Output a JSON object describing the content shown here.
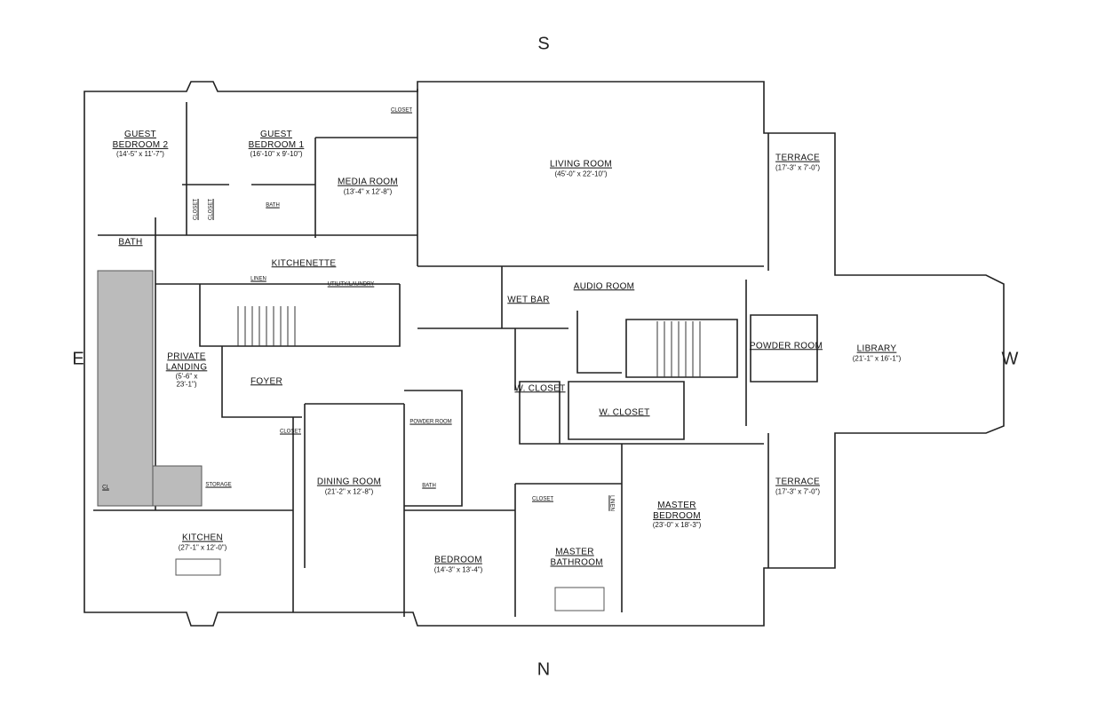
{
  "compass": {
    "north": "N",
    "south": "S",
    "east": "E",
    "west": "W"
  },
  "rooms": {
    "guest_bedroom_2": {
      "name": "GUEST BEDROOM 2",
      "dims": "(14'-5\" x 11'-7\")"
    },
    "guest_bedroom_1": {
      "name": "GUEST BEDROOM 1",
      "dims": "(16'-10\" x 9'-10\")"
    },
    "media_room": {
      "name": "MEDIA ROOM",
      "dims": "(13'-4\" x 12'-8\")"
    },
    "living_room": {
      "name": "LIVING ROOM",
      "dims": "(45'-0\" x 22'-10\")"
    },
    "terrace_top": {
      "name": "TERRACE",
      "dims": "(17'-3\" x 7'-0\")"
    },
    "library": {
      "name": "LIBRARY",
      "dims": "(21'-1\" x 16'-1\")"
    },
    "terrace_bottom": {
      "name": "TERRACE",
      "dims": "(17'-3\" x 7'-0\")"
    },
    "master_bedroom": {
      "name": "MASTER BEDROOM",
      "dims": "(23'-0\" x 18'-3\")"
    },
    "master_bathroom": {
      "name": "MASTER BATHROOM"
    },
    "bedroom": {
      "name": "BEDROOM",
      "dims": "(14'-3\" x 13'-4\")"
    },
    "dining_room": {
      "name": "DINING ROOM",
      "dims": "(21'-2\" x 12'-8\")"
    },
    "kitchen": {
      "name": "KITCHEN",
      "dims": "(27'-1\" x 12'-0\")"
    },
    "private_landing": {
      "name": "PRIVATE LANDING",
      "dims": "(5'-6\" x 23'-1\")"
    },
    "foyer": {
      "name": "FOYER"
    },
    "bath": {
      "name": "BATH"
    },
    "kitchenette": {
      "name": "KITCHENETTE"
    },
    "wet_bar": {
      "name": "WET BAR"
    },
    "audio_room": {
      "name": "AUDIO ROOM"
    },
    "powder_room": {
      "name": "POWDER ROOM"
    },
    "w_closet_small": {
      "name": "W. CLOSET"
    },
    "w_closet_large": {
      "name": "W. CLOSET"
    }
  },
  "small_labels": {
    "closet_media": "CLOSET",
    "closet_1": "CLOSET",
    "closet_2": "CLOSET",
    "bath_gb1": "BATH",
    "linen_top": "LINEN",
    "utility": "UTILITY/LAUNDRY",
    "closet_foyer": "CLOSET",
    "storage": "STORAGE",
    "cl": "CL",
    "powder_room_small": "POWDER ROOM",
    "bath_small": "BATH",
    "closet_master": "CLOSET",
    "linen_master": "LINEN"
  }
}
